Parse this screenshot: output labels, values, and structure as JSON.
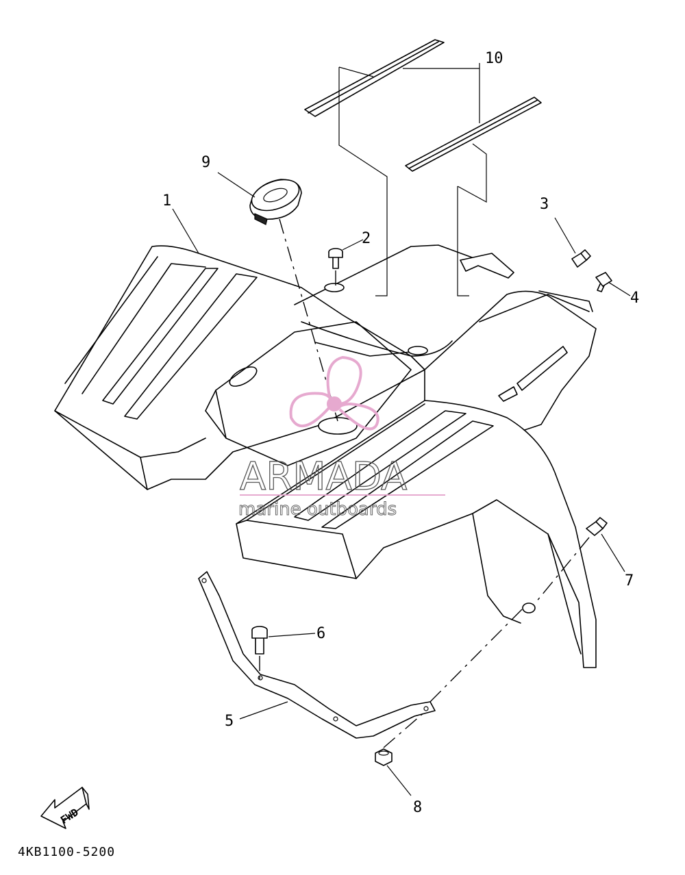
{
  "diagram": {
    "part_code": "4KB1100-5200",
    "direction_label": "FWD",
    "callouts": [
      "1",
      "2",
      "3",
      "4",
      "5",
      "6",
      "7",
      "8",
      "9",
      "10"
    ]
  },
  "watermark": {
    "brand": "ARMADA",
    "tagline": "marine outboards",
    "accent_color": "#e6a9cf"
  }
}
